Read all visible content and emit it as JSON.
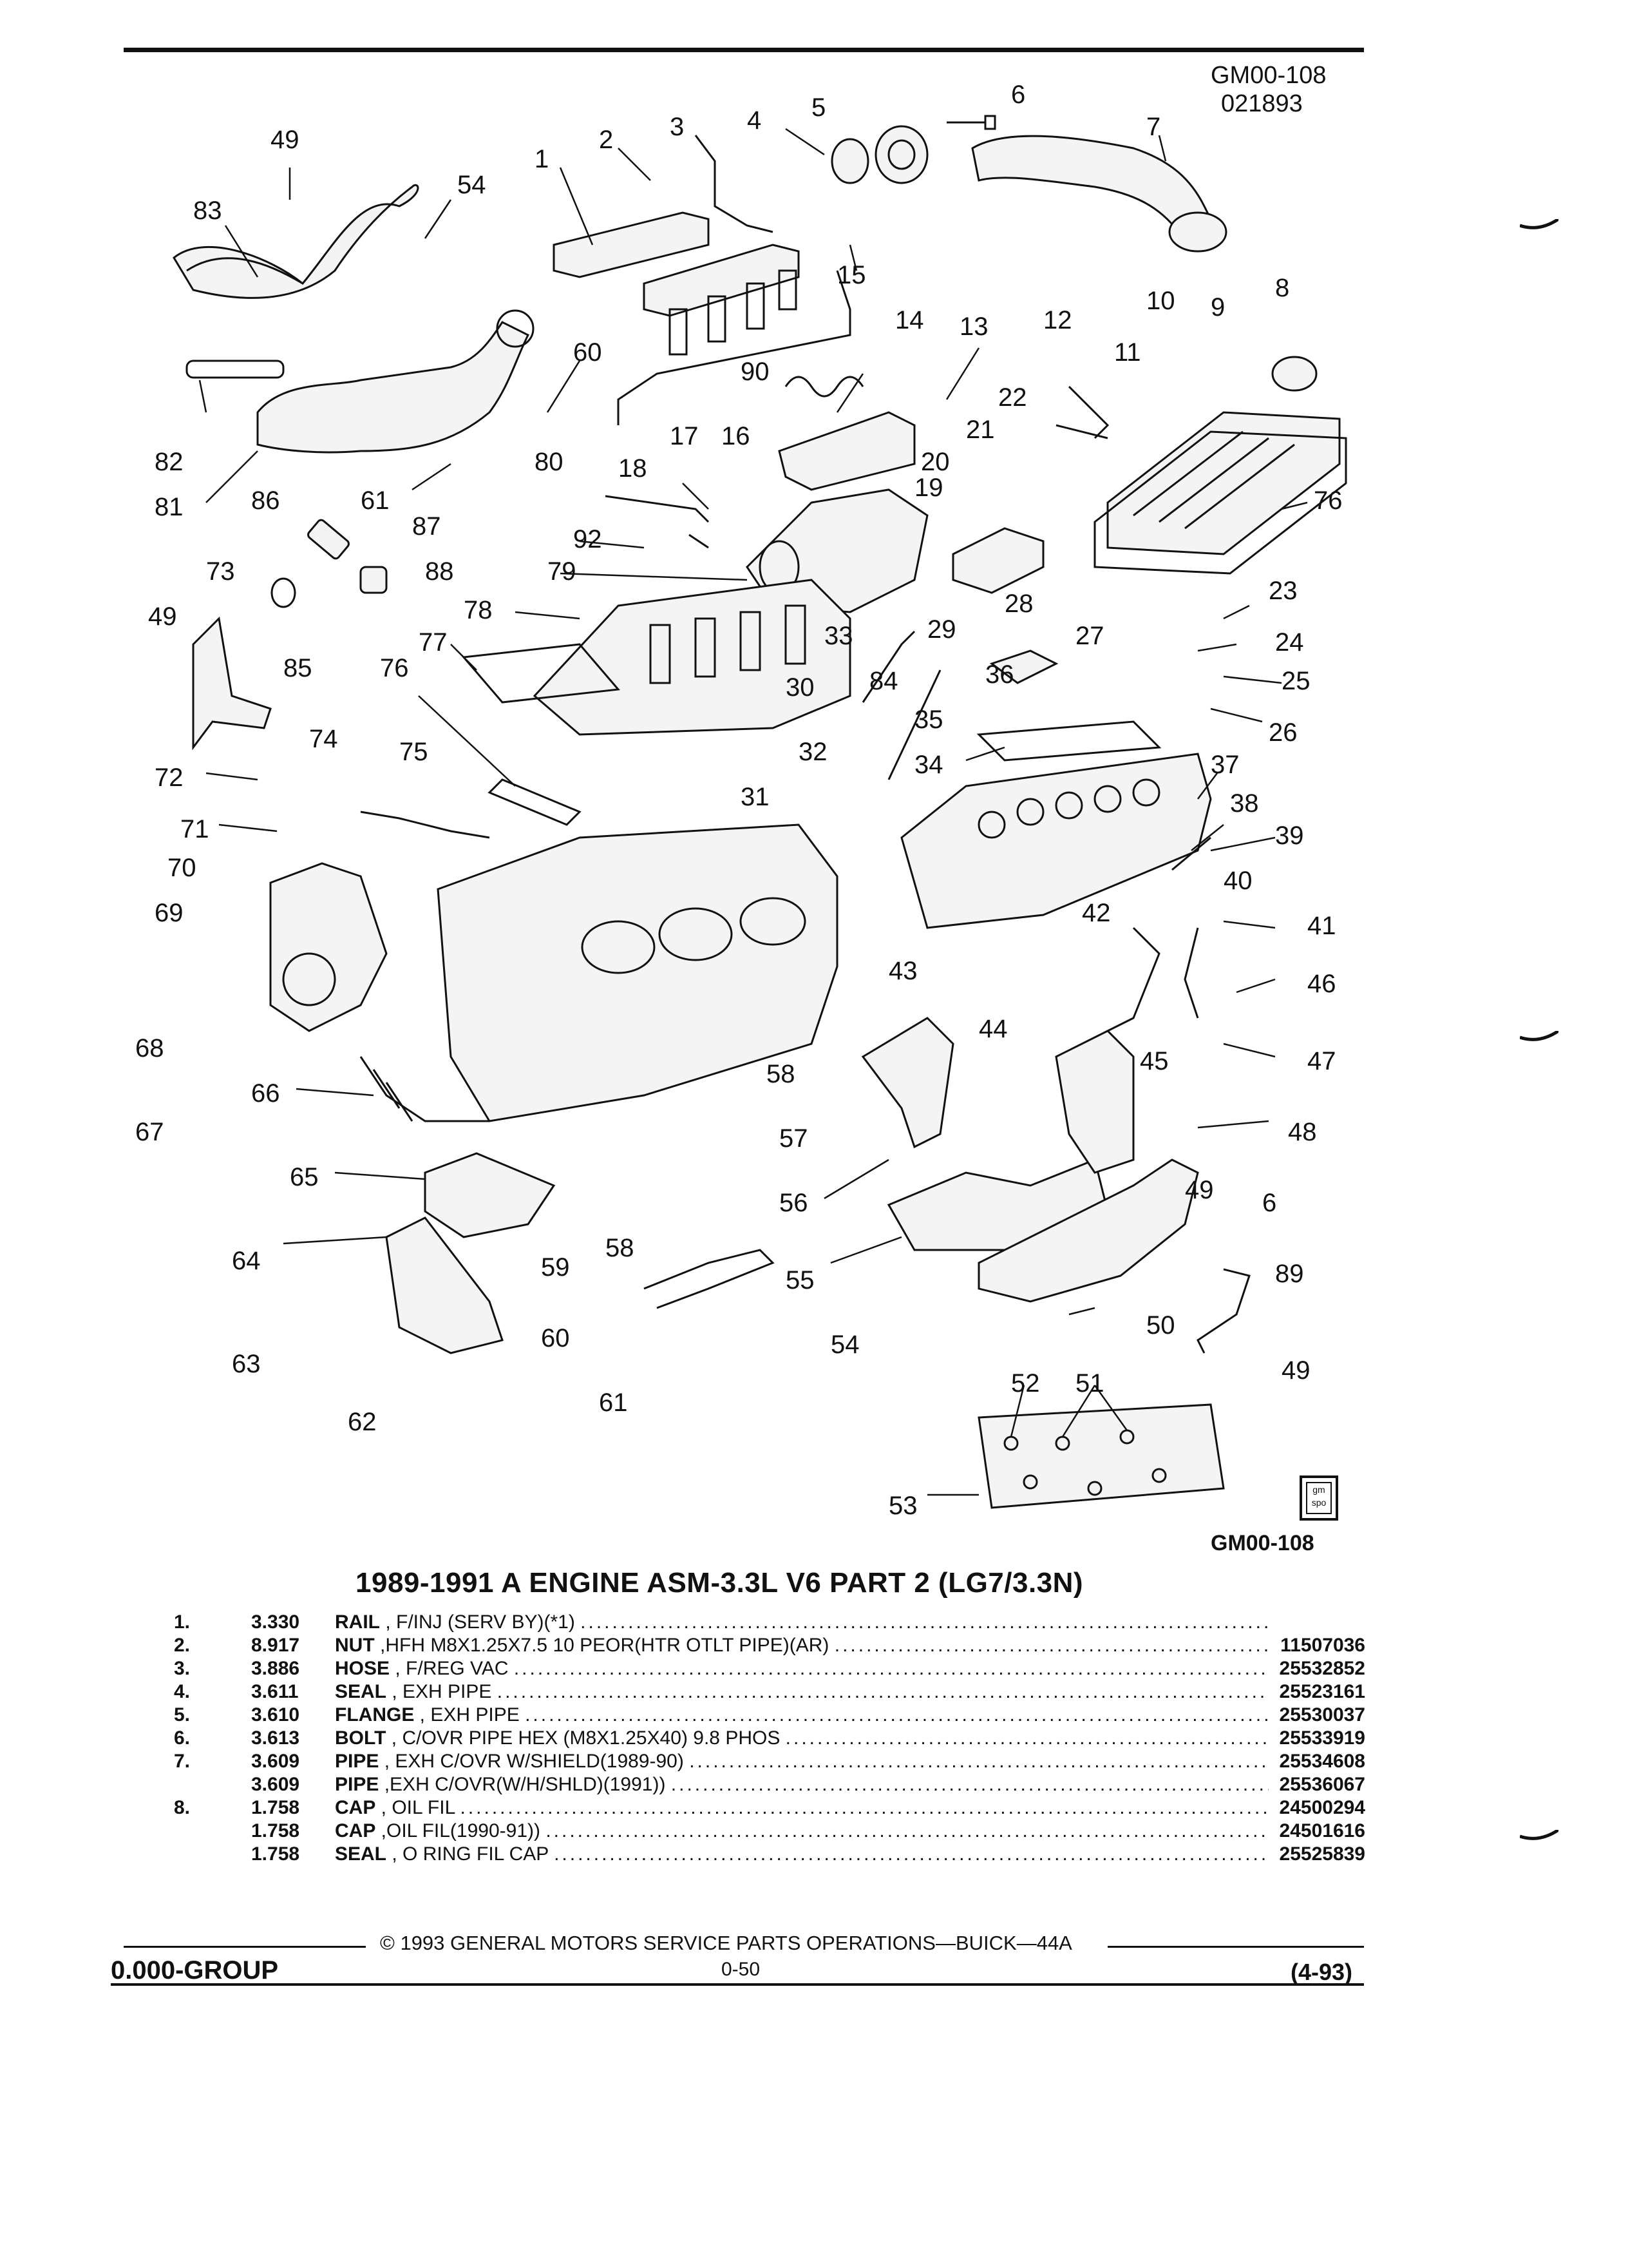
{
  "header": {
    "code": "GM00-108",
    "date_code": "021893"
  },
  "diagram": {
    "footer_code": "GM00-108",
    "logo_text": "gm spo",
    "callouts": [
      {
        "label": "49"
      },
      {
        "label": "83"
      },
      {
        "label": "54"
      },
      {
        "label": "2"
      },
      {
        "label": "1"
      },
      {
        "label": "3"
      },
      {
        "label": "4"
      },
      {
        "label": "5"
      },
      {
        "label": "6"
      },
      {
        "label": "7"
      },
      {
        "label": "8"
      },
      {
        "label": "9"
      },
      {
        "label": "10"
      },
      {
        "label": "11"
      },
      {
        "label": "12"
      },
      {
        "label": "13"
      },
      {
        "label": "14"
      },
      {
        "label": "15"
      },
      {
        "label": "60"
      },
      {
        "label": "90"
      },
      {
        "label": "82"
      },
      {
        "label": "81"
      },
      {
        "label": "61"
      },
      {
        "label": "80"
      },
      {
        "label": "18"
      },
      {
        "label": "17"
      },
      {
        "label": "16"
      },
      {
        "label": "21"
      },
      {
        "label": "22"
      },
      {
        "label": "20"
      },
      {
        "label": "19"
      },
      {
        "label": "76"
      },
      {
        "label": "86"
      },
      {
        "label": "87"
      },
      {
        "label": "92"
      },
      {
        "label": "88"
      },
      {
        "label": "79"
      },
      {
        "label": "73"
      },
      {
        "label": "49"
      },
      {
        "label": "85"
      },
      {
        "label": "78"
      },
      {
        "label": "77"
      },
      {
        "label": "76"
      },
      {
        "label": "33"
      },
      {
        "label": "29"
      },
      {
        "label": "28"
      },
      {
        "label": "27"
      },
      {
        "label": "23"
      },
      {
        "label": "24"
      },
      {
        "label": "25"
      },
      {
        "label": "26"
      },
      {
        "label": "30"
      },
      {
        "label": "84"
      },
      {
        "label": "36"
      },
      {
        "label": "35"
      },
      {
        "label": "74"
      },
      {
        "label": "75"
      },
      {
        "label": "34"
      },
      {
        "label": "32"
      },
      {
        "label": "37"
      },
      {
        "label": "72"
      },
      {
        "label": "31"
      },
      {
        "label": "38"
      },
      {
        "label": "39"
      },
      {
        "label": "71"
      },
      {
        "label": "70"
      },
      {
        "label": "40"
      },
      {
        "label": "69"
      },
      {
        "label": "41"
      },
      {
        "label": "42"
      },
      {
        "label": "43"
      },
      {
        "label": "46"
      },
      {
        "label": "68"
      },
      {
        "label": "44"
      },
      {
        "label": "67"
      },
      {
        "label": "58"
      },
      {
        "label": "45"
      },
      {
        "label": "47"
      },
      {
        "label": "66"
      },
      {
        "label": "57"
      },
      {
        "label": "48"
      },
      {
        "label": "65"
      },
      {
        "label": "56"
      },
      {
        "label": "49"
      },
      {
        "label": "6"
      },
      {
        "label": "59"
      },
      {
        "label": "58"
      },
      {
        "label": "64"
      },
      {
        "label": "55"
      },
      {
        "label": "89"
      },
      {
        "label": "54"
      },
      {
        "label": "50"
      },
      {
        "label": "60"
      },
      {
        "label": "63"
      },
      {
        "label": "49"
      },
      {
        "label": "61"
      },
      {
        "label": "62"
      },
      {
        "label": "52"
      },
      {
        "label": "51"
      },
      {
        "label": "53"
      }
    ]
  },
  "title": "1989-1991 A ENGINE ASM-3.3L V6 PART 2 (LG7/3.3N)",
  "parts": [
    {
      "num": "1.",
      "level": "3.330",
      "name": "RAIL",
      "detail": ", F/INJ (SERV BY)(*1)",
      "pn": ""
    },
    {
      "num": "2.",
      "level": "8.917",
      "name": "NUT",
      "detail": ",HFH M8X1.25X7.5 10 PEOR(HTR OTLT PIPE)(AR)",
      "pn": "11507036"
    },
    {
      "num": "3.",
      "level": "3.886",
      "name": "HOSE",
      "detail": ", F/REG VAC",
      "pn": "25532852"
    },
    {
      "num": "4.",
      "level": "3.611",
      "name": "SEAL",
      "detail": ", EXH PIPE",
      "pn": "25523161"
    },
    {
      "num": "5.",
      "level": "3.610",
      "name": "FLANGE",
      "detail": ", EXH PIPE",
      "pn": "25530037"
    },
    {
      "num": "6.",
      "level": "3.613",
      "name": "BOLT",
      "detail": ", C/OVR PIPE HEX (M8X1.25X40) 9.8 PHOS",
      "pn": "25533919"
    },
    {
      "num": "7.",
      "level": "3.609",
      "name": "PIPE",
      "detail": ", EXH C/OVR W/SHIELD(1989-90)",
      "pn": "25534608"
    },
    {
      "num": "",
      "level": "3.609",
      "name": "PIPE",
      "detail": ",EXH C/OVR(W/H/SHLD)(1991))",
      "pn": "25536067"
    },
    {
      "num": "8.",
      "level": "1.758",
      "name": "CAP",
      "detail": ", OIL FIL",
      "pn": "24500294"
    },
    {
      "num": "",
      "level": "1.758",
      "name": "CAP",
      "detail": ",OIL FIL(1990-91))",
      "pn": "24501616"
    },
    {
      "num": "",
      "level": "1.758",
      "name": "SEAL",
      "detail": ", O RING FIL CAP",
      "pn": "25525839"
    }
  ],
  "footer": {
    "copyright": "© 1993 GENERAL MOTORS SERVICE PARTS OPERATIONS—BUICK—44A",
    "group": "0.000-GROUP",
    "page": "0-50",
    "date": "(4-93)"
  }
}
